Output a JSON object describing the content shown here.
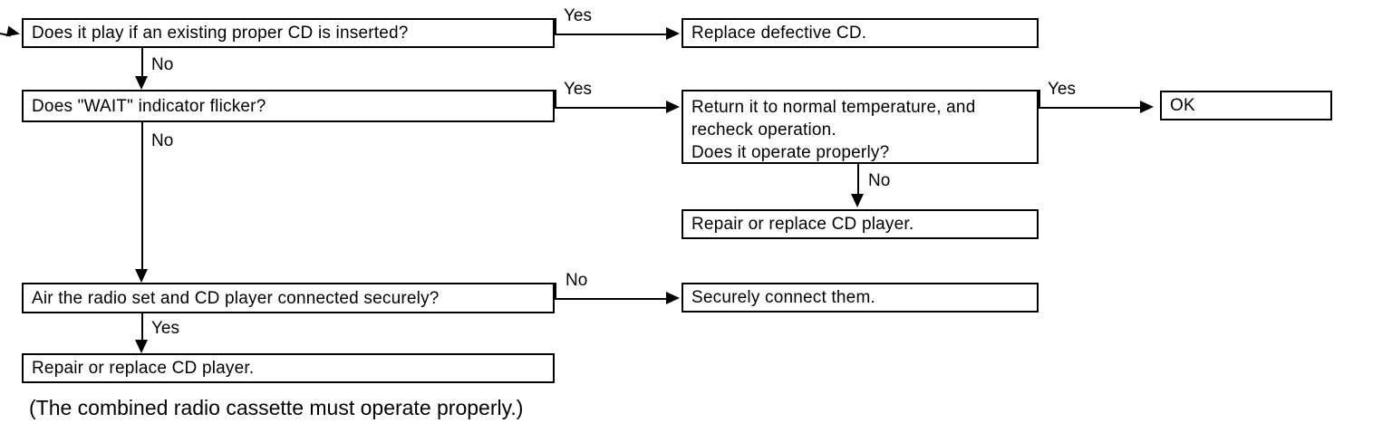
{
  "diagram": {
    "title": "CD player troubleshooting flowchart",
    "line_color": "#000000",
    "background_color": "#ffffff",
    "text_color": "#000000"
  },
  "nodes": {
    "q_play_existing_cd": "Does it play if an existing proper CD is inserted?",
    "a_replace_defective_cd": "Replace defective CD.",
    "q_wait_indicator": "Does \"WAIT\" indicator flicker?",
    "a_return_normal_temp": "Return it to normal temperature, and\nrecheck operation.\nDoes it operate properly?",
    "a_ok": "OK",
    "a_repair_replace_mid": "Repair or replace CD player.",
    "q_connected_securely": "Air the radio set and CD player connected securely?",
    "a_securely_connect": "Securely connect them.",
    "a_repair_replace_bottom": "Repair or replace CD player."
  },
  "edges": {
    "play_yes": "Yes",
    "play_no": "No",
    "wait_yes": "Yes",
    "wait_no": "No",
    "temp_yes": "Yes",
    "temp_no": "No",
    "connected_no": "No",
    "connected_yes": "Yes"
  },
  "footnote": {
    "text": "(The combined radio cassette must operate properly.)"
  }
}
